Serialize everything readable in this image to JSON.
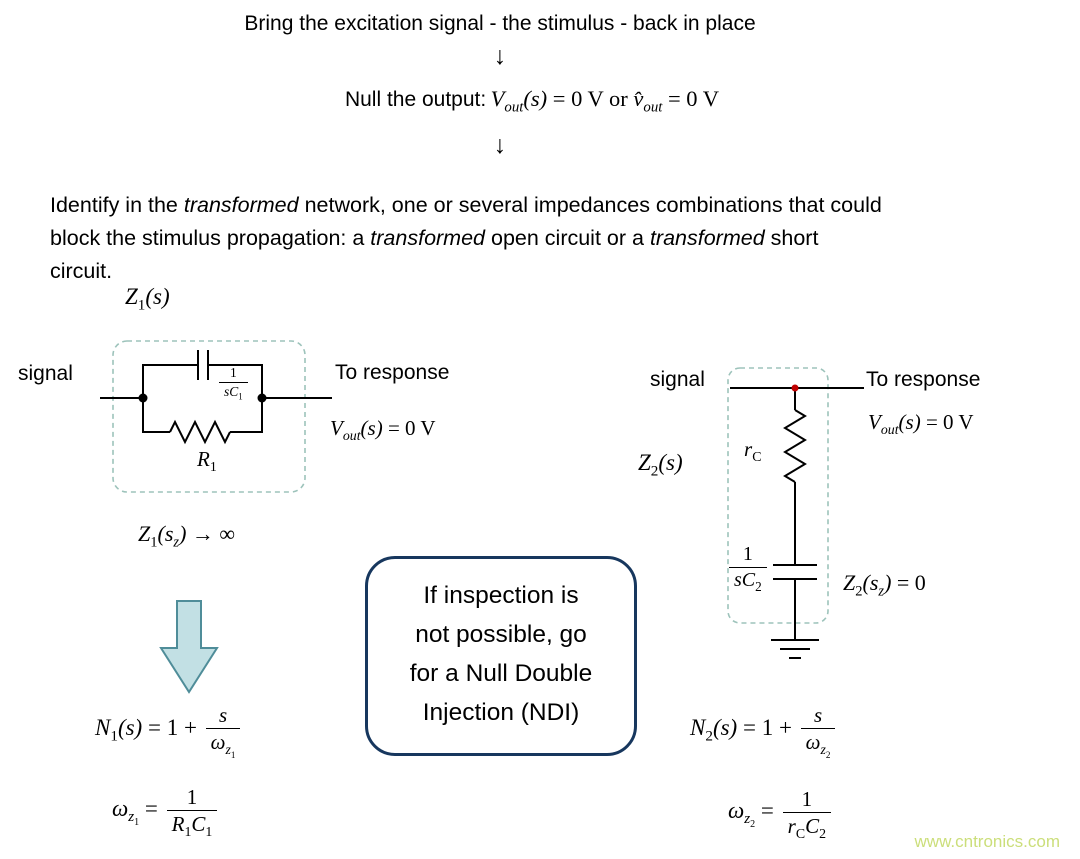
{
  "colors": {
    "background": "#ffffff",
    "text": "#000000",
    "callout_border": "#17375e",
    "dashed_border": "#9dc3bb",
    "arrow_fill": "#c2e0e4",
    "arrow_stroke": "#4f8d99",
    "node_red": "#c00000",
    "wire": "#000000",
    "watermark": "#c3d963"
  },
  "icons": {
    "down_arrow": "↓"
  },
  "header": {
    "title": "Bring the excitation signal - the stimulus - back in place",
    "null_label": "Null the output:",
    "null_formula": {
      "V": "V",
      "V_sub": "out",
      "arg": "(s)",
      "eq1": "= 0 V or",
      "vhat": "v̂",
      "vhat_sub": "out",
      "eq2": "= 0 V"
    }
  },
  "paragraph": {
    "lines": [
      {
        "runs": [
          "Identify in the ",
          "transformed",
          " network, one or several impedances combinations that could"
        ]
      },
      {
        "runs": [
          "block the stimulus propagation: a ",
          "transformed",
          " open circuit or a ",
          "transformed",
          " short"
        ]
      },
      {
        "runs": [
          "circuit."
        ]
      }
    ]
  },
  "left_circuit": {
    "impedance": {
      "base": "Z",
      "sub": "1",
      "arg": "(s)"
    },
    "signal_label": "signal",
    "response_label": "To response",
    "vout": {
      "base": "V",
      "sub": "out",
      "arg": "(s)",
      "eq": "= 0 V"
    },
    "capacitor": {
      "num": "1",
      "den": "sC",
      "den_sub": "1"
    },
    "resistor": {
      "base": "R",
      "sub": "1"
    },
    "zero_condition": {
      "base": "Z",
      "sub": "1",
      "open": "(",
      "s": "s",
      "s_sub": "z",
      "close": ")",
      "tail": "→ ∞"
    }
  },
  "right_circuit": {
    "impedance": {
      "base": "Z",
      "sub": "2",
      "arg": "(s)"
    },
    "signal_label": "signal",
    "response_label": "To response",
    "vout": {
      "base": "V",
      "sub": "out",
      "arg": "(s)",
      "eq": "= 0 V"
    },
    "resistor": {
      "base": "r",
      "sub": "C"
    },
    "capacitor": {
      "num": "1",
      "den": "sC",
      "den_sub": "2"
    },
    "zero_condition": {
      "base": "Z",
      "sub": "2",
      "open": "(",
      "s": "s",
      "s_sub": "z",
      "close": ")",
      "tail": "= 0"
    }
  },
  "formulas": {
    "n1": {
      "base": "N",
      "sub": "1",
      "arg": "(s)",
      "eq": "= 1 +",
      "num": "s",
      "den_base": "ω",
      "den_sub": "z",
      "den_sub2": "1"
    },
    "w1": {
      "base": "ω",
      "sub": "z",
      "sub2": "1",
      "eq": "=",
      "num": "1",
      "den_a": "R",
      "den_a_sub": "1",
      "den_b": "C",
      "den_b_sub": "1"
    },
    "n2": {
      "base": "N",
      "sub": "2",
      "arg": "(s)",
      "eq": "= 1 +",
      "num": "s",
      "den_base": "ω",
      "den_sub": "z",
      "den_sub2": "2"
    },
    "w2": {
      "base": "ω",
      "sub": "z",
      "sub2": "2",
      "eq": "=",
      "num": "1",
      "den_a": "r",
      "den_a_sub": "C",
      "den_b": "C",
      "den_b_sub": "2"
    }
  },
  "callout": {
    "lines": [
      "If inspection is",
      "not possible, go",
      "for a Null Double",
      "Injection (NDI)"
    ]
  },
  "watermark": {
    "text": "www.cntronics.com"
  }
}
